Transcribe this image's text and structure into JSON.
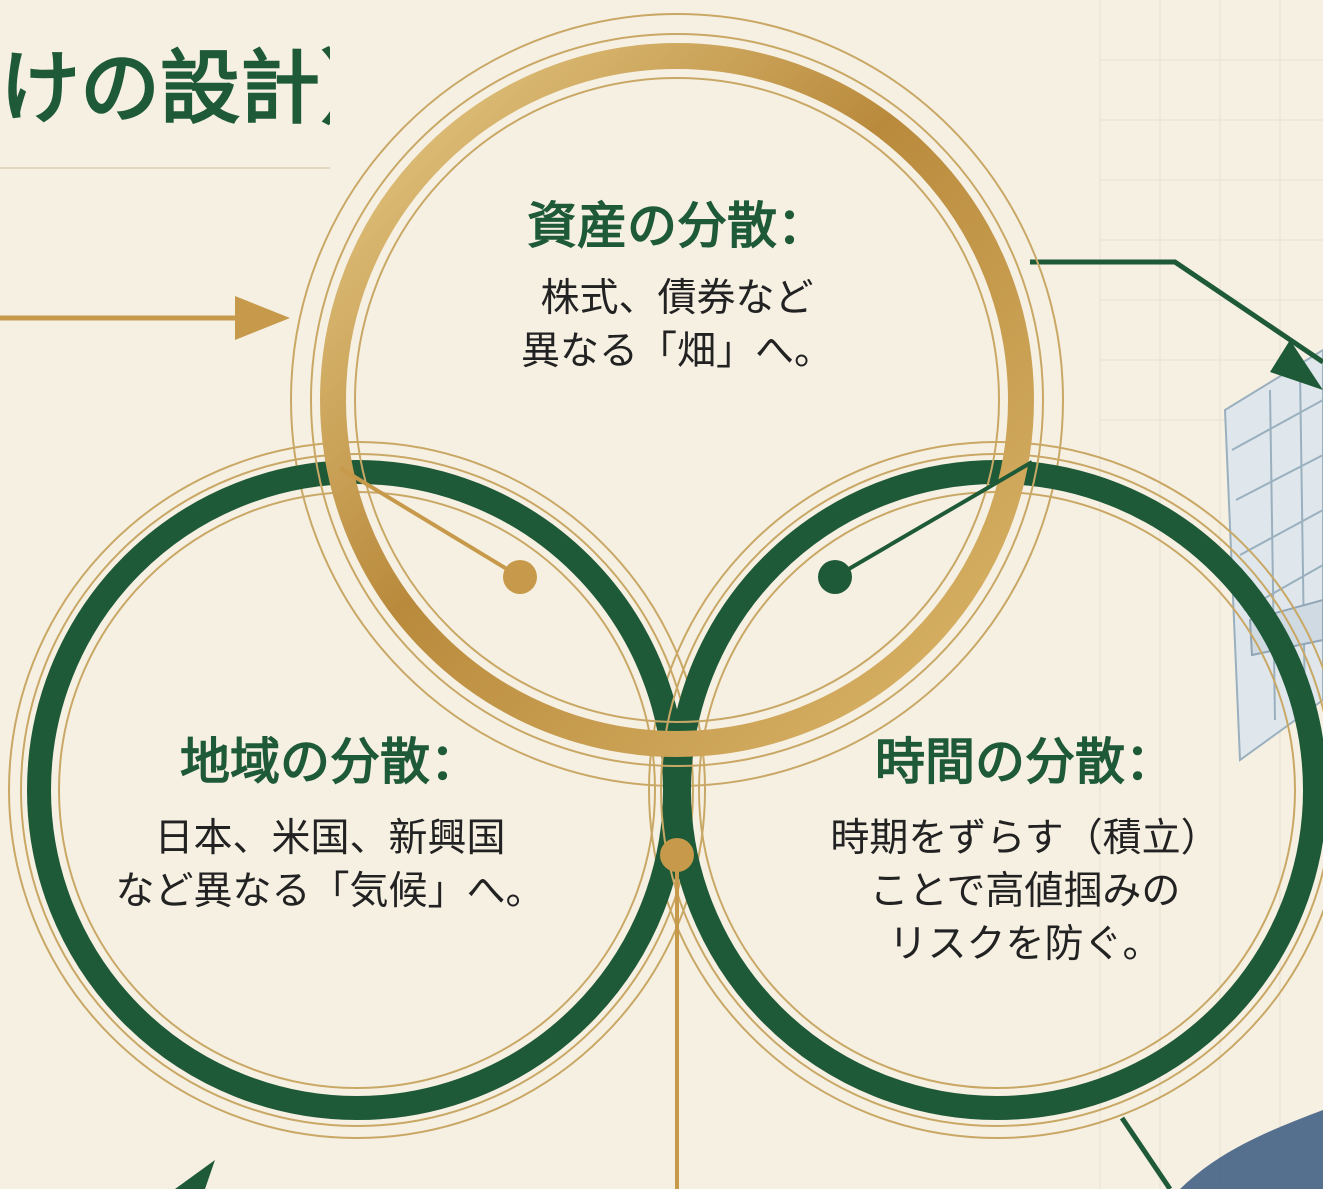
{
  "header": {
    "title_fragment": "けの設計）"
  },
  "colors": {
    "gold": "#c69a4a",
    "gold_light": "#e7cd8c",
    "green": "#1f5a38",
    "background": "#f6f0e3",
    "text": "#222222"
  },
  "circles": {
    "asset": {
      "heading": "資産の分散：",
      "lines": [
        "株式、債券など",
        "異なる「畑」へ。"
      ]
    },
    "region": {
      "heading": "地域の分散：",
      "lines": [
        "日本、米国、新興国",
        "など異なる「気候」へ。"
      ]
    },
    "time": {
      "heading": "時間の分散：",
      "lines": [
        "時期をずらす（積立）",
        "ことで高値掴みの",
        "リスクを防ぐ。"
      ]
    }
  }
}
